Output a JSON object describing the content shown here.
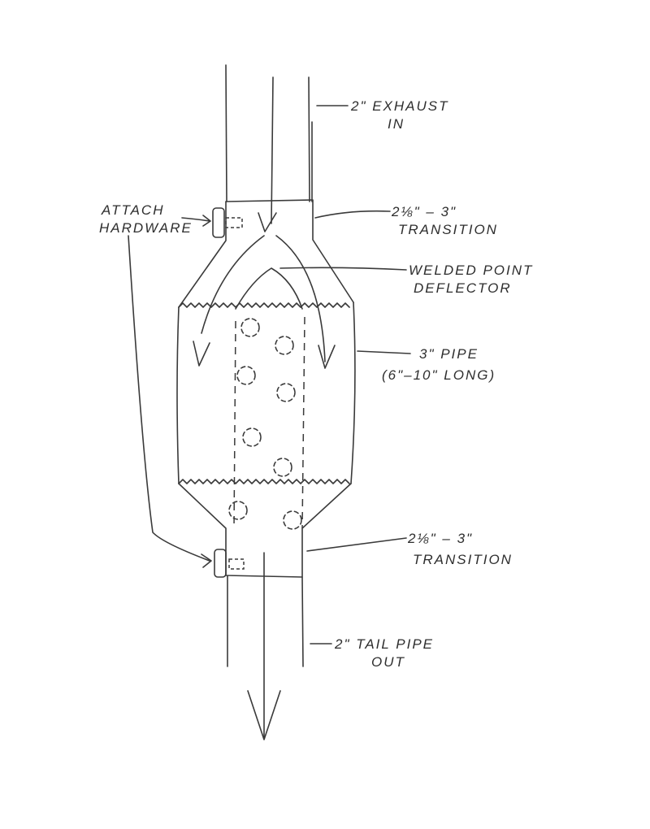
{
  "diagram": {
    "labels": {
      "exhaust_in": {
        "line1": "2\" Exhaust",
        "line2": "In"
      },
      "attach_hardware": {
        "line1": "Attach",
        "line2": "Hardware"
      },
      "top_transition": {
        "line1": "2⅛\" – 3\"",
        "line2": "Transition"
      },
      "deflector": {
        "line1": "Welded Point",
        "line2": "Deflector"
      },
      "pipe": {
        "line1": "3\" Pipe",
        "line2": "(6\"–10\" Long)"
      },
      "bottom_transition": {
        "line1": "2⅛\" – 3\"",
        "line2": "Transition"
      },
      "tail_pipe": {
        "line1": "2\" Tail Pipe",
        "line2": "Out"
      }
    },
    "ink_color": "#3a3a3a"
  }
}
